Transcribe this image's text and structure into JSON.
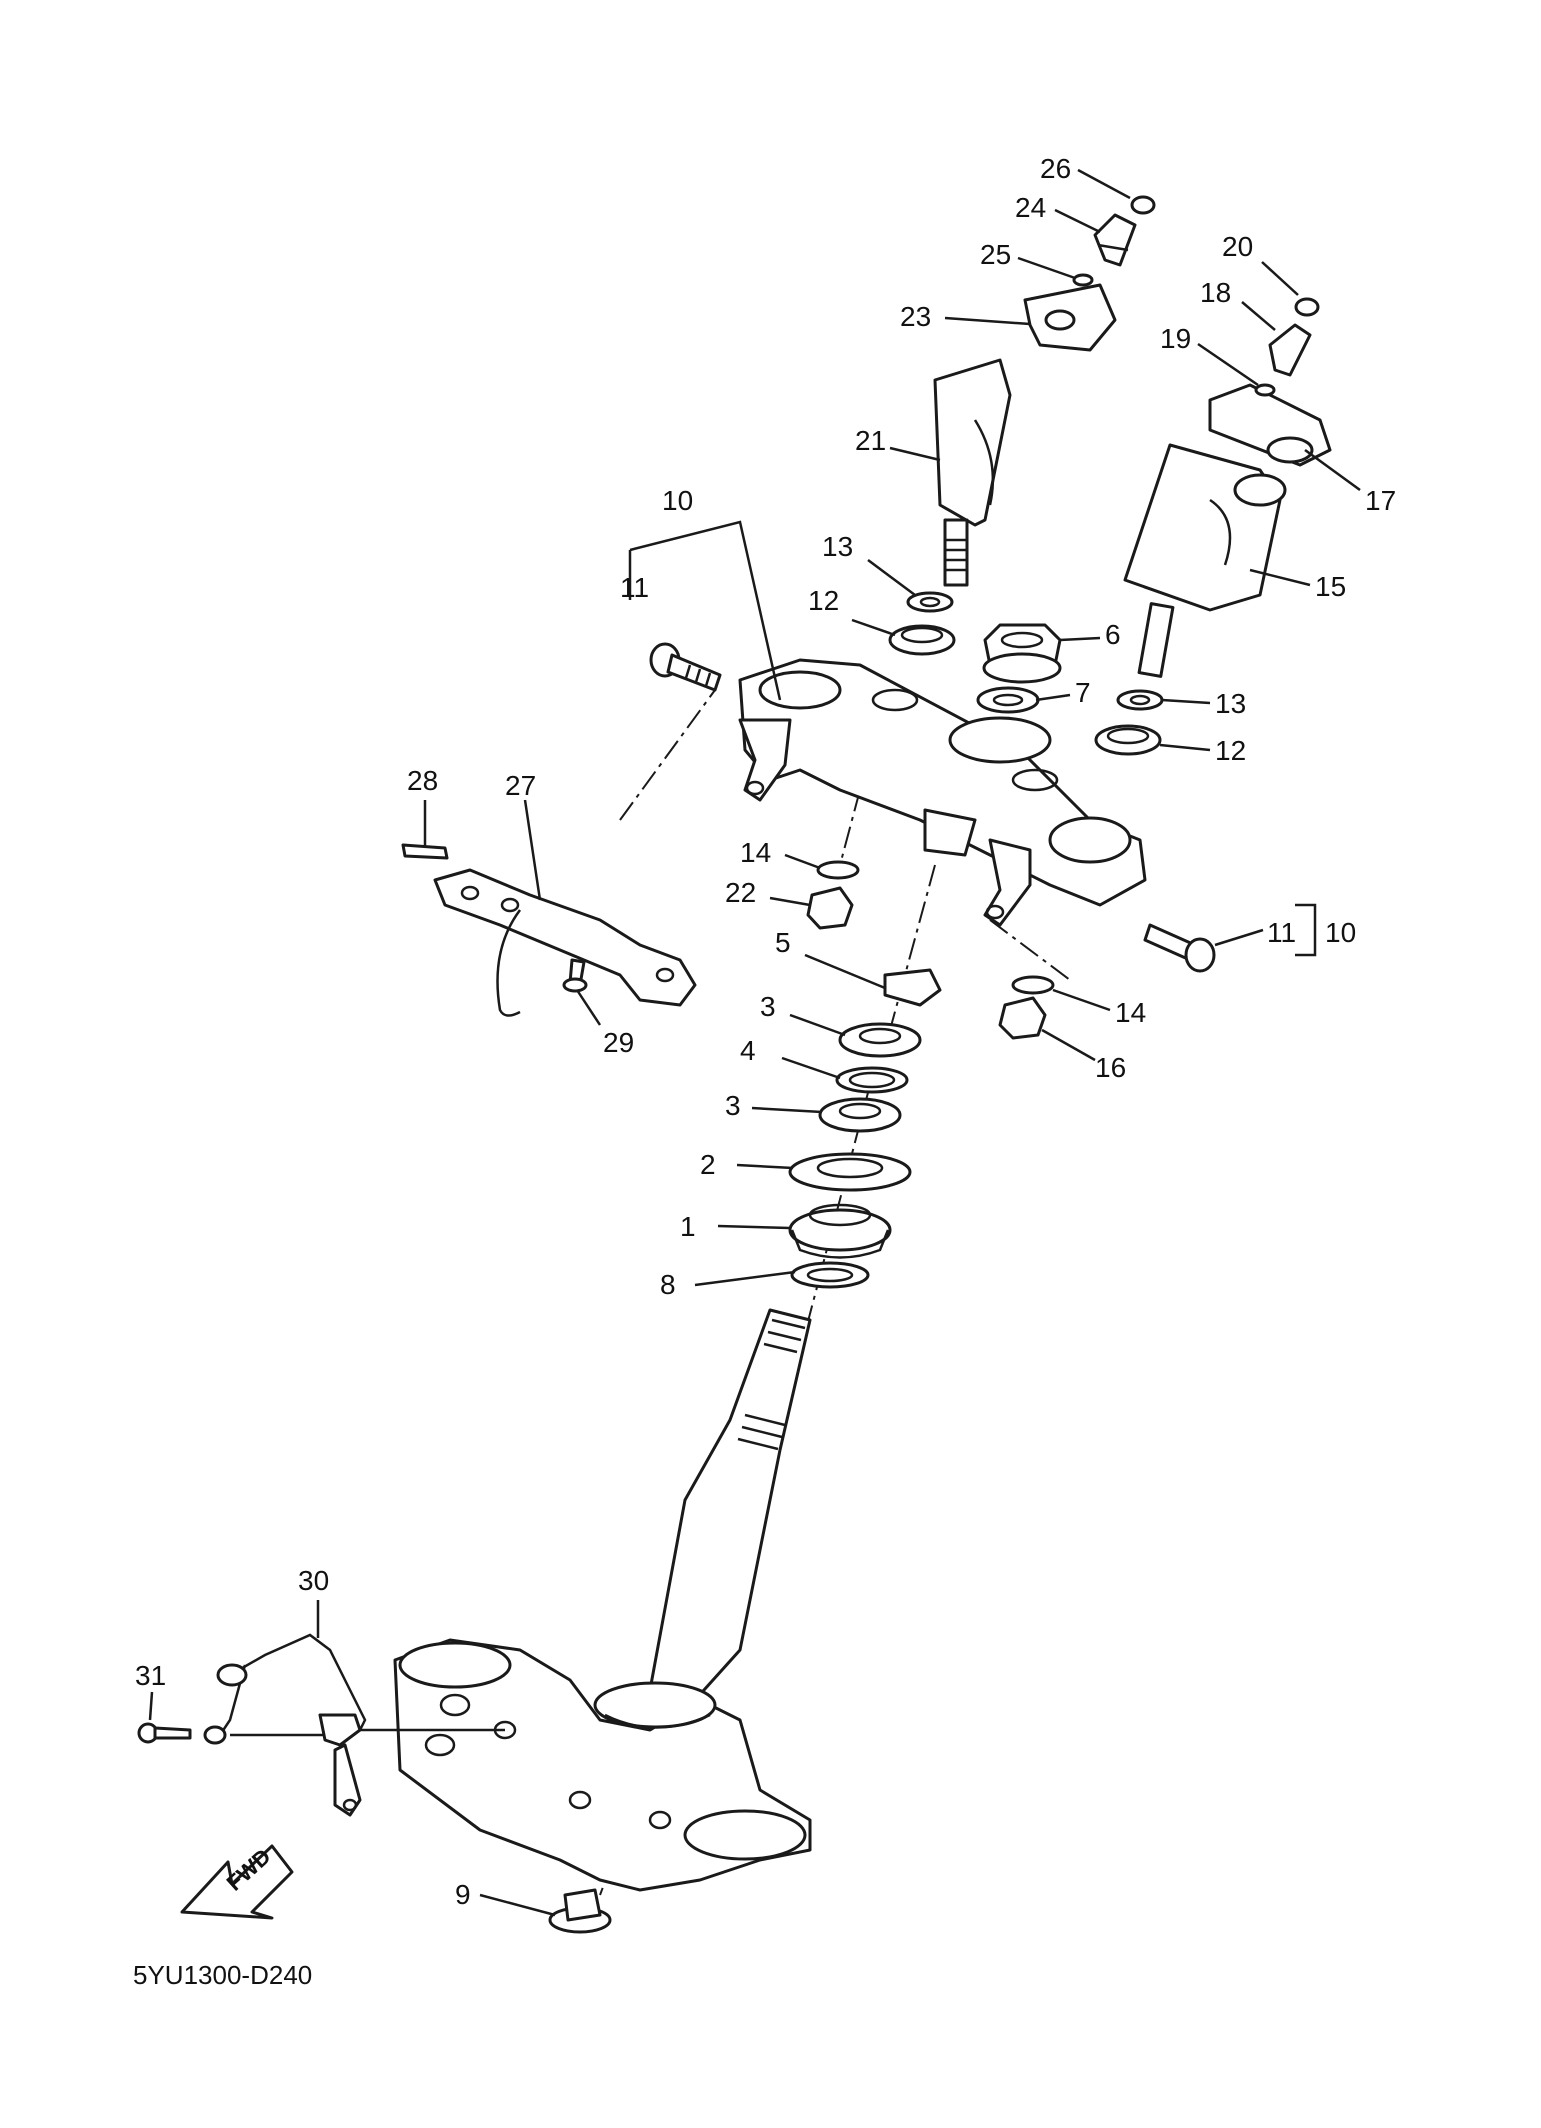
{
  "diagram": {
    "code": "5YU1300-D240",
    "fwd_label": "FWD",
    "callouts": [
      {
        "id": "c1",
        "text": "1"
      },
      {
        "id": "c2",
        "text": "2"
      },
      {
        "id": "c3a",
        "text": "3"
      },
      {
        "id": "c3b",
        "text": "3"
      },
      {
        "id": "c4",
        "text": "4"
      },
      {
        "id": "c5",
        "text": "5"
      },
      {
        "id": "c6",
        "text": "6"
      },
      {
        "id": "c7",
        "text": "7"
      },
      {
        "id": "c8",
        "text": "8"
      },
      {
        "id": "c9",
        "text": "9"
      },
      {
        "id": "c10a",
        "text": "10"
      },
      {
        "id": "c10b",
        "text": "10"
      },
      {
        "id": "c11a",
        "text": "11"
      },
      {
        "id": "c11b",
        "text": "11"
      },
      {
        "id": "c12a",
        "text": "12"
      },
      {
        "id": "c12b",
        "text": "12"
      },
      {
        "id": "c13a",
        "text": "13"
      },
      {
        "id": "c13b",
        "text": "13"
      },
      {
        "id": "c14a",
        "text": "14"
      },
      {
        "id": "c14b",
        "text": "14"
      },
      {
        "id": "c15",
        "text": "15"
      },
      {
        "id": "c16",
        "text": "16"
      },
      {
        "id": "c17",
        "text": "17"
      },
      {
        "id": "c18",
        "text": "18"
      },
      {
        "id": "c19",
        "text": "19"
      },
      {
        "id": "c20",
        "text": "20"
      },
      {
        "id": "c21",
        "text": "21"
      },
      {
        "id": "c22",
        "text": "22"
      },
      {
        "id": "c23",
        "text": "23"
      },
      {
        "id": "c24",
        "text": "24"
      },
      {
        "id": "c25",
        "text": "25"
      },
      {
        "id": "c26",
        "text": "26"
      },
      {
        "id": "c27",
        "text": "27"
      },
      {
        "id": "c28",
        "text": "28"
      },
      {
        "id": "c29",
        "text": "29"
      },
      {
        "id": "c30",
        "text": "30"
      },
      {
        "id": "c31",
        "text": "31"
      }
    ]
  }
}
